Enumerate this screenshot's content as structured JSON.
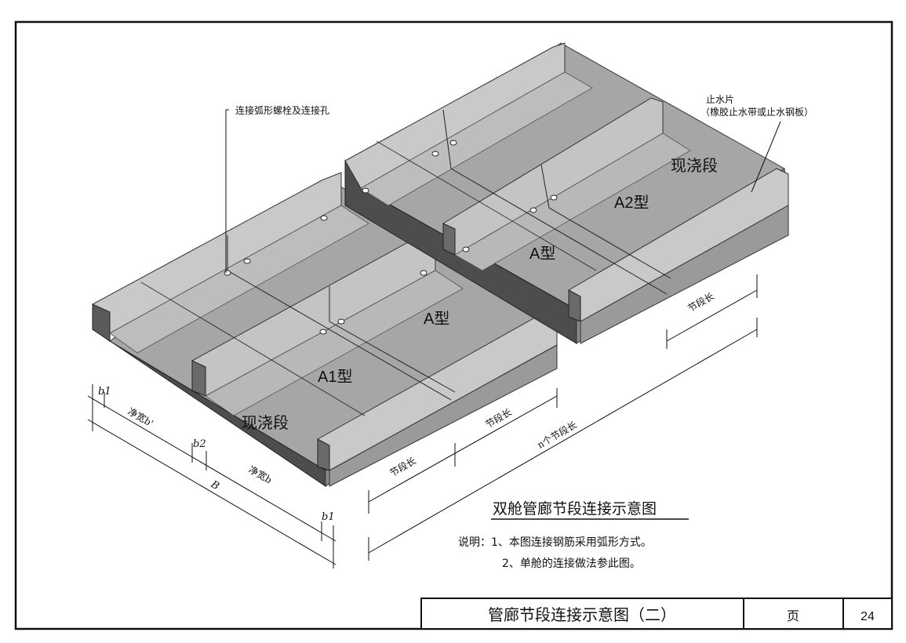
{
  "diagram": {
    "annotation_bolt": "连接弧形螺栓及连接孔",
    "annotation_waterstop_line1": "止水片",
    "annotation_waterstop_line2": "（橡胶止水带或止水钢板）",
    "label_cast_left": "现浇段",
    "label_cast_right": "现浇段",
    "label_a1": "A1型",
    "label_a_left": "A型",
    "label_a_right": "A型",
    "label_a2": "A2型",
    "dim_b1_top": "b1",
    "dim_clear_b_prime": "净宽b'",
    "dim_b2": "b2",
    "dim_clear_b": "净宽b",
    "dim_B": "B",
    "dim_b1_bottom": "b1",
    "dim_seg_front": "节段长",
    "dim_seg_mid": "节段长",
    "dim_seg_right": "节段长",
    "dim_n_seg": "n个节段长"
  },
  "caption": {
    "title": "双舱管廊节段连接示意图",
    "note_line1": "说明：1、本图连接钢筋采用弧形方式。",
    "note_line2": "2、单舱的连接做法参此图。"
  },
  "title_block": {
    "drawing_title": "管廊节段连接示意图（二）",
    "page_label": "页",
    "page_number": "24"
  }
}
